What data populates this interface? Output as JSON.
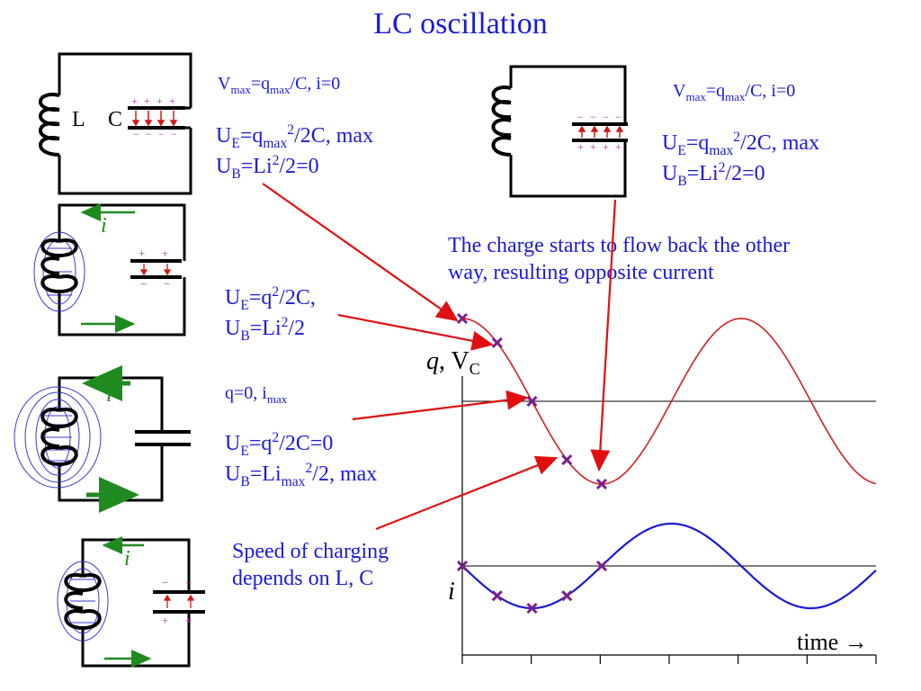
{
  "title": "LC oscillation",
  "labels": {
    "L": "L",
    "C": "C",
    "i": "i",
    "plus": "+",
    "minus": "−"
  },
  "eq_top_left": {
    "vmax": "V|max|=q|max|/C, i=0",
    "ue": "U|E|=q|max|^2^/2C,  max",
    "ub": "U|B|=Li^2^/2=0"
  },
  "eq_top_right": {
    "vmax": "V|max|=q|max|/C, i=0",
    "ue": "U|E|=q|max|^2^/2C,  max",
    "ub": "U|B|=Li^2^/2=0"
  },
  "eq_mid": {
    "ue": "U|E|=q^2^/2C,",
    "ub": "U|B|=Li^2^/2"
  },
  "eq_low": {
    "q0": "q=0, i|max|",
    "ue": "U|E|=q^2^/2C=0",
    "ub": "U|B|=Li|max|^2^/2, max"
  },
  "note_flow": "The charge starts to flow back the other way, resulting opposite current",
  "note_speed": "Speed of charging depends on L, C",
  "colors": {
    "title": "#1a1adc",
    "q_curve": "#d32020",
    "i_curve": "#1a1ad4",
    "marker": "#7a1f8a",
    "arrow": "#e01010",
    "current_arrow": "#1f8a1f",
    "charge_red": "#d01818",
    "charge_purple": "#b02fb0",
    "field_lines": "#3a3ad0"
  },
  "chart_data": {
    "type": "line",
    "xlabel": "time →",
    "ylabel_q": "q, V|C|",
    "ylabel_i": "i",
    "x_tick_count": 7,
    "series": [
      {
        "name": "q",
        "x": [
          0,
          0.25,
          0.5,
          0.75,
          1.0,
          1.5,
          2.0,
          2.5,
          3.0
        ],
        "values": [
          1.0,
          0.707,
          0.0,
          -0.707,
          -1.0,
          0.0,
          1.0,
          0.0,
          -1.0
        ]
      },
      {
        "name": "i",
        "x": [
          0,
          0.25,
          0.5,
          0.75,
          1.0,
          1.5,
          2.0,
          2.5,
          3.0
        ],
        "values": [
          0.0,
          -0.707,
          -1.0,
          -0.707,
          0.0,
          1.0,
          0.0,
          -1.0,
          0.0
        ]
      }
    ],
    "markers_x": [
      0,
      0.25,
      0.5,
      0.75,
      1.0
    ]
  }
}
